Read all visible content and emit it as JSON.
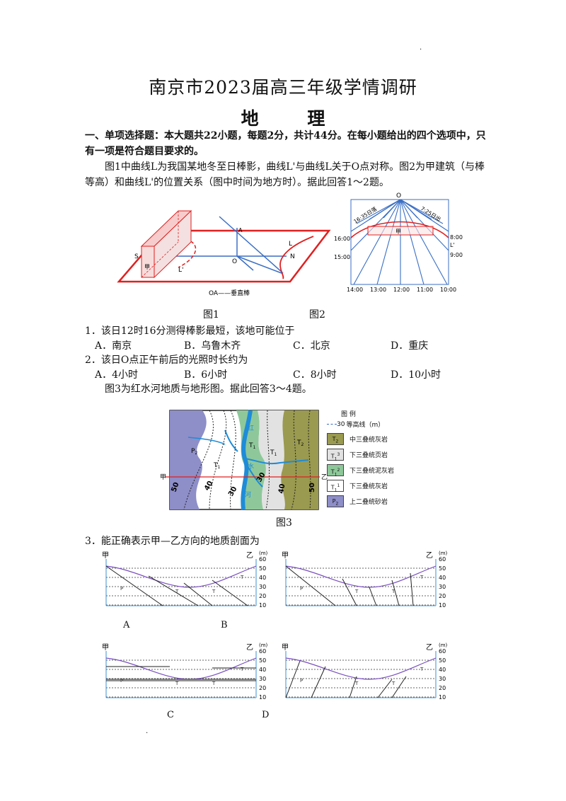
{
  "header": {
    "dot": "."
  },
  "title": "南京市2023届高三年级学情调研",
  "subject": "地 理",
  "section": "一、单项选择题：本大题共22小题，每题2分，共计44分。在每小题给出的四个选项中，只有一项是符合题目要求的。",
  "intro1": "图1中曲线L为我国某地冬至日棒影，曲线L'与曲线L关于O点对称。图2为甲建筑（与棒等高）和曲线L'的位置关系（图中时间为地方时）。据此回答1～2题。",
  "fig1": {
    "caption": "图1",
    "label_s": "S",
    "label_n": "N",
    "label_o": "O",
    "label_a": "A",
    "label_l": "L",
    "label_lp": "L'",
    "label_jia": "甲",
    "note": "OA——垂直棒"
  },
  "fig2": {
    "caption": "图2",
    "label_o": "O",
    "sunset": "16:35日落",
    "sunrise": "7:25日出",
    "label_jia": "甲",
    "label_lp": "L'",
    "times_left": [
      "16:00",
      "15:00"
    ],
    "times_right": [
      "8:00",
      "9:00"
    ],
    "times_bottom": [
      "14:00",
      "13:00",
      "12:00",
      "11:00",
      "10:00"
    ]
  },
  "q1": {
    "stem": "1．该日12时16分测得棒影最短，该地可能位于",
    "options": [
      "A．南京",
      "B．乌鲁木齐",
      "C．北京",
      "D．重庆"
    ]
  },
  "q2": {
    "stem": "2．该日O点正午前后的光照时长约为",
    "options": [
      "A．4小时",
      "B．6小时",
      "C．8小时",
      "D．10小时"
    ]
  },
  "intro2": "图3为红水河地质与地形图。据此回答3～4题。",
  "fig3": {
    "caption": "图3",
    "legend_title": "图 例",
    "contour_num": "30",
    "contour_label": "等高线（m）",
    "legend": [
      {
        "code": "T",
        "sub": "2",
        "sup": "",
        "name": "中三叠统灰岩",
        "color": "#9a9a50"
      },
      {
        "code": "T",
        "sub": "1",
        "sup": "3",
        "name": "下三叠统页岩",
        "color": "#e2e2e2"
      },
      {
        "code": "T",
        "sub": "1",
        "sup": "2",
        "name": "下三叠统泥灰岩",
        "color": "#8ec89a"
      },
      {
        "code": "T",
        "sub": "1",
        "sup": "1",
        "name": "下三叠统灰岩",
        "color": "#ffffff"
      },
      {
        "code": "P",
        "sub": "2",
        "sup": "",
        "name": "上二叠统砂岩",
        "color": "#8e8ec8"
      }
    ],
    "label_jia": "甲",
    "label_yi": "乙",
    "river1": "红",
    "river2": "水",
    "river3": "河",
    "contours": [
      "50",
      "40",
      "30",
      "30",
      "40",
      "50"
    ]
  },
  "q3": {
    "stem": "3．能正确表示甲—乙方向的地质剖面为"
  },
  "profiles": {
    "unit": "(m)",
    "ticks": [
      "60",
      "50",
      "40",
      "30",
      "20",
      "10"
    ],
    "label_jia": "甲",
    "label_yi": "乙",
    "letters": [
      "A",
      "B",
      "C",
      "D"
    ]
  },
  "footer": {
    "dot": "."
  }
}
